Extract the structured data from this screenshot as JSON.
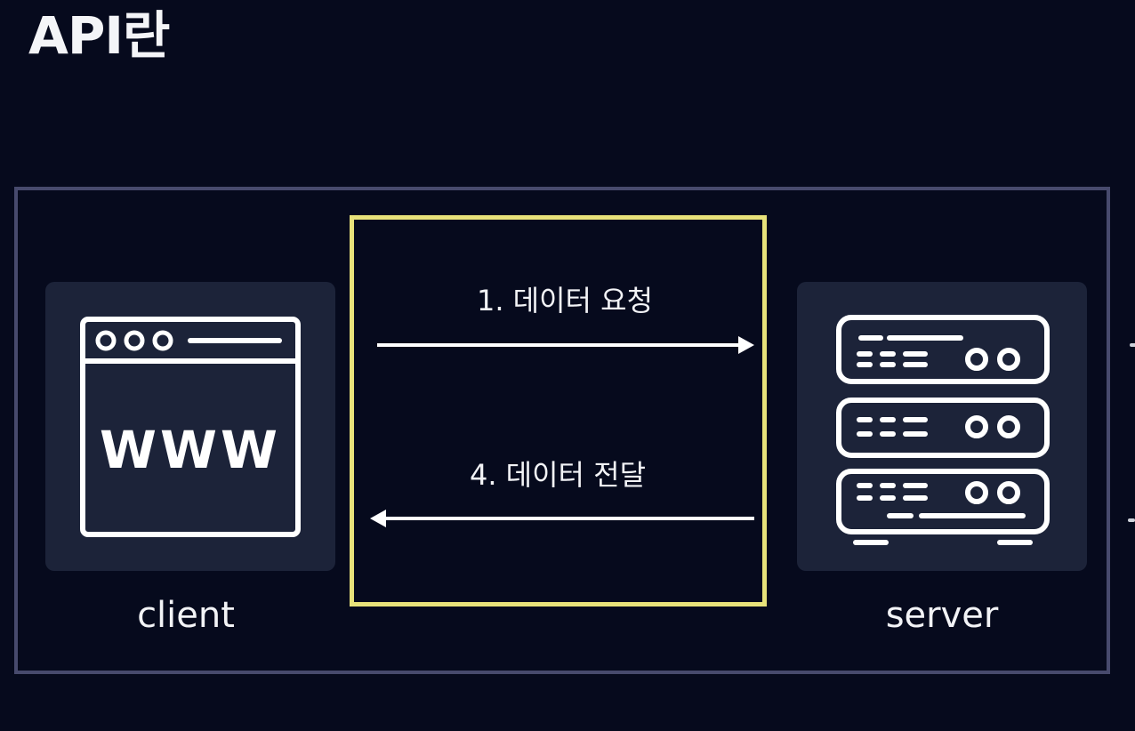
{
  "title": "API란",
  "diagram": {
    "client": {
      "label": "client",
      "icon": "browser-window-icon",
      "icon_text": "WWW"
    },
    "server": {
      "label": "server",
      "icon": "server-rack-icon"
    },
    "messages": [
      {
        "label": "1. 데이터 요청",
        "direction": "client-to-server"
      },
      {
        "label": "4. 데이터 전달",
        "direction": "server-to-client"
      }
    ]
  },
  "colors": {
    "background": "#060a1d",
    "frame": "#474a6d",
    "node_box": "#1c2339",
    "highlight": "#e8e27a",
    "foreground": "#ffffff"
  }
}
